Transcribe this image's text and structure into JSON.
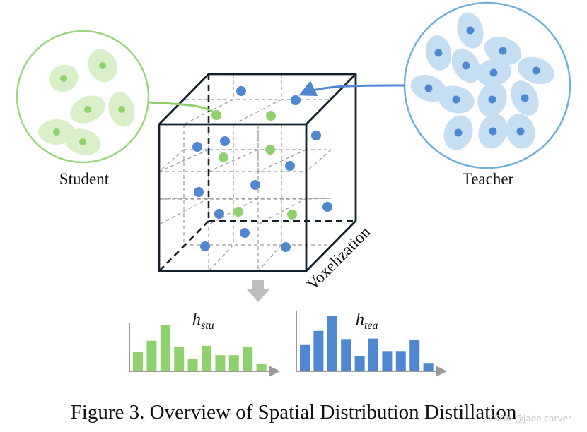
{
  "figure": {
    "caption": "Figure 3. Overview of Spatial Distribution Distillation",
    "watermark": "CSDN @jade carver"
  },
  "labels": {
    "student": "Student",
    "teacher": "Teacher",
    "voxelization": "Voxelization"
  },
  "histograms": {
    "student": {
      "h": "h",
      "sub": "stu",
      "values": [
        0.42,
        0.66,
        1.0,
        0.52,
        0.26,
        0.55,
        0.34,
        0.34,
        0.52,
        0.14
      ]
    },
    "teacher": {
      "h": "h",
      "sub": "tea",
      "values": [
        0.47,
        0.73,
        1.0,
        0.58,
        0.27,
        0.59,
        0.36,
        0.36,
        0.56,
        0.14
      ]
    }
  },
  "colors": {
    "student": "#8fd16c",
    "student_fill": "#d9efc9",
    "student_border": "#9cd67e",
    "teacher": "#4f87d1",
    "teacher_fill": "#c6def1",
    "teacher_border": "#6fb0d9",
    "cube": "#14202c",
    "grid": "#9a9a9a",
    "arrow": "#bdbdbd"
  }
}
